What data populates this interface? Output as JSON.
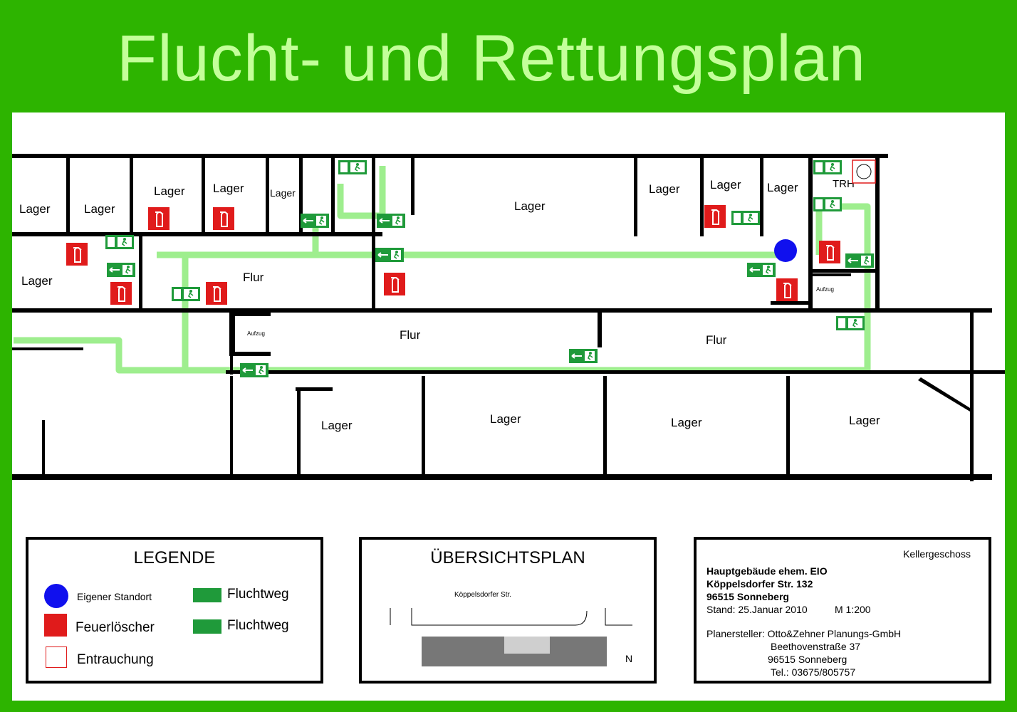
{
  "title": "Flucht- und Rettungsplan",
  "colors": {
    "frame": "#2db400",
    "title": "#c4ff9a",
    "route": "#9eee8e",
    "sign_green": "#1f9a3a",
    "extinguisher": "#e01b1b",
    "standort": "#1010ee"
  },
  "rooms": {
    "lager": "Lager",
    "flur": "Flur",
    "aufzug": "Aufzug",
    "trh": "TRH"
  },
  "legend": {
    "title": "LEGENDE",
    "standort": "Eigener Standort",
    "feuerloescher": "Feuerlöscher",
    "entrauchung": "Entrauchung",
    "fluchtweg_1": "Fluchtweg",
    "fluchtweg_2": "Fluchtweg"
  },
  "overview": {
    "title": "ÜBERSICHTSPLAN",
    "street": "Köppelsdorfer Str.",
    "north": "N"
  },
  "info": {
    "floor": "Kellergeschoss",
    "building": "Hauptgebäude ehem. EIO",
    "street": "Köppelsdorfer Str. 132",
    "city": "96515 Sonneberg",
    "stand": "Stand: 25.Januar 2010",
    "scale": "M 1:200",
    "planer_label": "Planersteller: Otto&Zehner Planungs-GmbH",
    "planer_street": "Beethovenstraße 37",
    "planer_city": "96515 Sonneberg",
    "planer_tel": "Tel.: 03675/805757"
  }
}
